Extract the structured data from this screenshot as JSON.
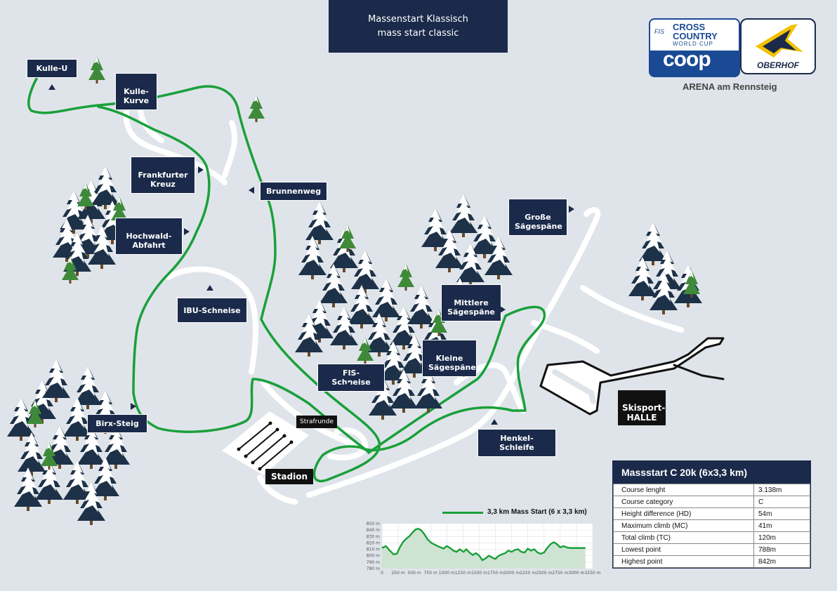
{
  "title": {
    "line1": "Massenstart Klassisch",
    "line2": "mass start classic"
  },
  "logos": {
    "fis": "FIS",
    "cross": "CROSS",
    "country": "COUNTRY",
    "world_cup": "WORLD CUP",
    "coop": "coop",
    "oberhof": "OBERHOF",
    "venue": "ARENA am Rennsteig"
  },
  "colors": {
    "track": "#1aa03a",
    "navy": "#1b2a4a",
    "road": "#ffffff",
    "background": "#dfe4ea"
  },
  "labels": {
    "kulle_u": "Kulle-U",
    "kulle_kurve": "Kulle-\nKurve",
    "frankfurter_kreuz": "Frankfurter\nKreuz",
    "brunnenweg": "Brunnenweg",
    "hochwald_abfahrt": "Hochwald-\nAbfahrt",
    "ibu_schneise": "IBU-Schneise",
    "grosse_saegespaene": "Große\nSägespäne",
    "mittlere_saegespaene": "Mittlere\nSägespäne",
    "kleine_saegespaene": "Kleine\nSägespäne",
    "fis_schneise": "FIS-Schneise",
    "birx_steig": "Birx-Steig",
    "henkel_schleife": "Henkel-Schleife",
    "strafrunde": "Strafrunde",
    "stadion": "Stadion",
    "skisport_halle": "Skisport-\nHALLE"
  },
  "legend": {
    "track": "3,3 km Mass Start (6 x 3,3 km)"
  },
  "stats": {
    "header": "Massstart C 20k (6x3,3 km)",
    "rows": [
      {
        "label": "Course lenght",
        "value": "3.138m"
      },
      {
        "label": "Course category",
        "value": "C"
      },
      {
        "label": "Height difference (HD)",
        "value": "54m"
      },
      {
        "label": "Maximum climb (MC)",
        "value": "41m"
      },
      {
        "label": "Total climb (TC)",
        "value": "120m"
      },
      {
        "label": "Lowest point",
        "value": "788m"
      },
      {
        "label": "Highest point",
        "value": "842m"
      }
    ]
  },
  "chart_data": {
    "type": "area",
    "ylim": [
      780,
      850
    ],
    "xlim": [
      0,
      3250
    ],
    "yticks": [
      "850 m",
      "840 m",
      "830 m",
      "820 m",
      "810 m",
      "800 m",
      "790 m",
      "780 m"
    ],
    "xticks": [
      "0",
      "250 m",
      "500 m",
      "750 m",
      "1000 m",
      "1250 m",
      "1500 m",
      "1750 m",
      "2000 m",
      "2250 m",
      "2500 m",
      "2750 m",
      "3000 m",
      "3250 m"
    ],
    "x": [
      0,
      60,
      120,
      180,
      230,
      280,
      330,
      380,
      420,
      470,
      520,
      560,
      600,
      650,
      700,
      760,
      820,
      880,
      950,
      1000,
      1050,
      1100,
      1150,
      1200,
      1260,
      1300,
      1350,
      1400,
      1450,
      1500,
      1550,
      1600,
      1650,
      1700,
      1750,
      1800,
      1850,
      1900,
      1950,
      2000,
      2050,
      2100,
      2150,
      2200,
      2250,
      2300,
      2350,
      2400,
      2450,
      2500,
      2550,
      2600,
      2650,
      2700,
      2750,
      2800,
      2850,
      2900,
      2950,
      3000,
      3050,
      3138
    ],
    "y": [
      812,
      815,
      808,
      802,
      803,
      814,
      822,
      827,
      830,
      836,
      841,
      842,
      840,
      834,
      826,
      820,
      817,
      814,
      811,
      815,
      812,
      808,
      806,
      810,
      806,
      810,
      805,
      801,
      804,
      800,
      793,
      796,
      800,
      797,
      795,
      800,
      802,
      804,
      808,
      806,
      809,
      810,
      806,
      805,
      811,
      808,
      810,
      805,
      803,
      805,
      812,
      818,
      821,
      818,
      813,
      815,
      813,
      812,
      812,
      812,
      812,
      812
    ]
  }
}
